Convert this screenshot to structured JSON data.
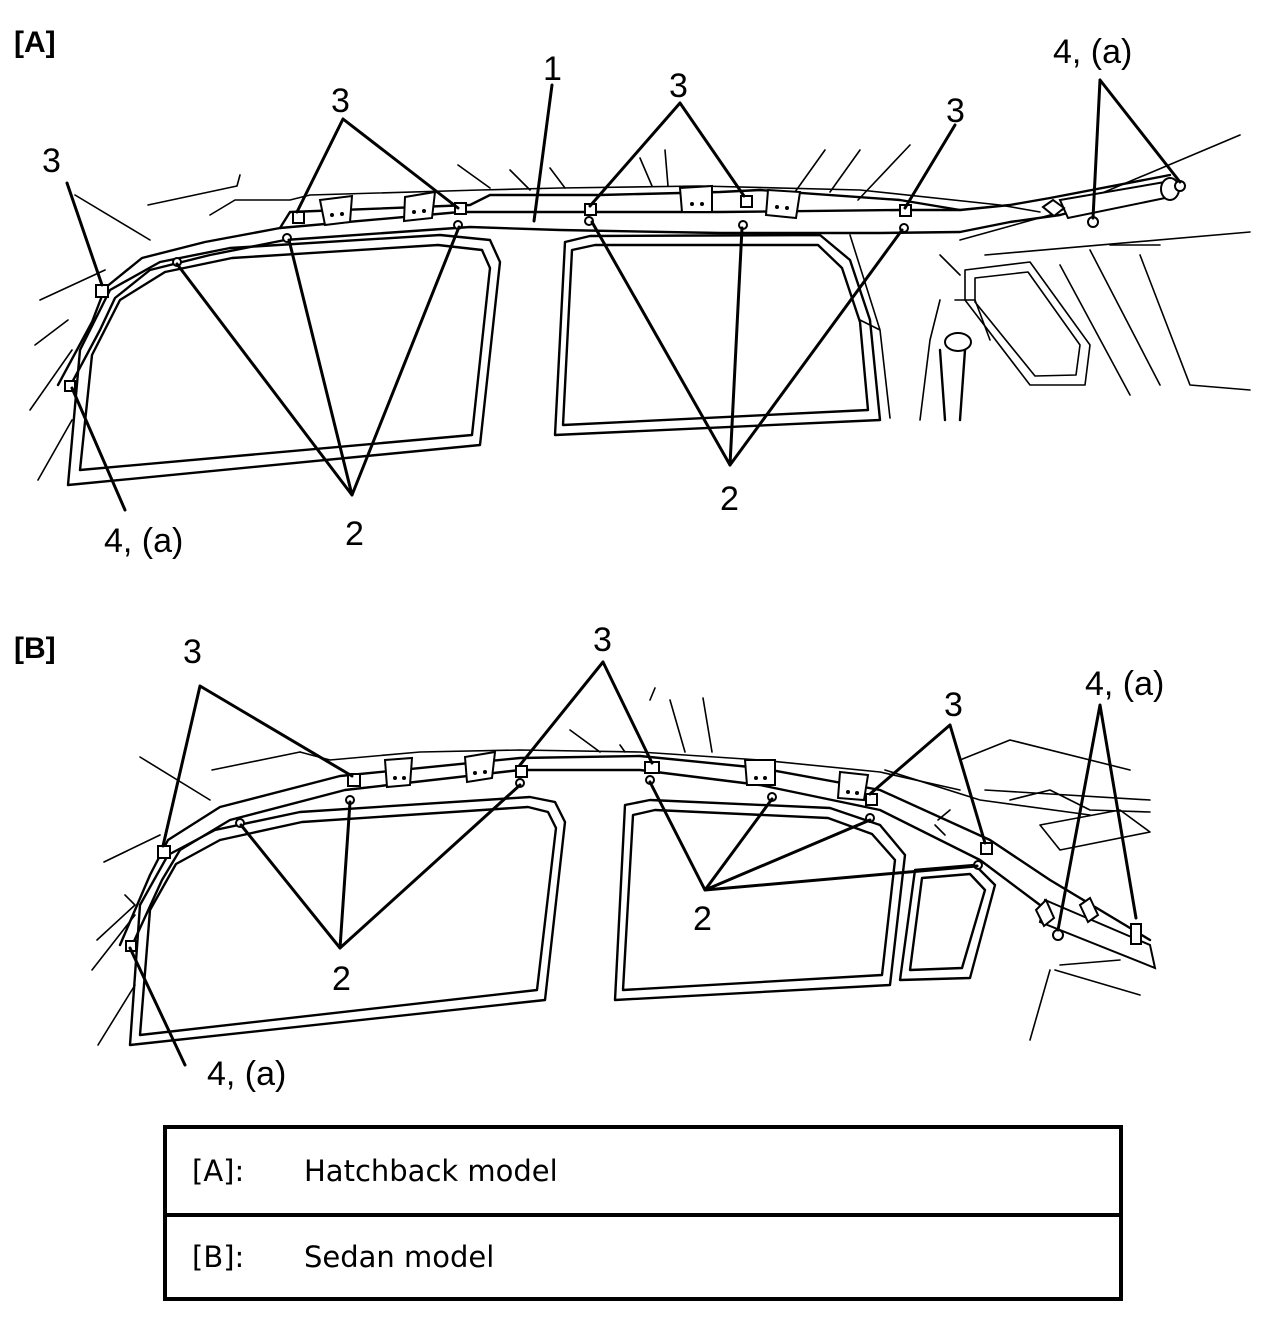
{
  "figure": {
    "panel_a": {
      "tag": "[A]",
      "callouts": [
        "1",
        "3",
        "3",
        "3",
        "3",
        "2",
        "2",
        "4, (a)",
        "4, (a)"
      ]
    },
    "panel_b": {
      "tag": "[B]",
      "callouts": [
        "3",
        "3",
        "3",
        "2",
        "2",
        "4, (a)",
        "4, (a)"
      ]
    }
  },
  "legend": {
    "rows": [
      {
        "key": "[A]:",
        "text": "Hatchback model"
      },
      {
        "key": "[B]:",
        "text": "Sedan model"
      }
    ]
  }
}
